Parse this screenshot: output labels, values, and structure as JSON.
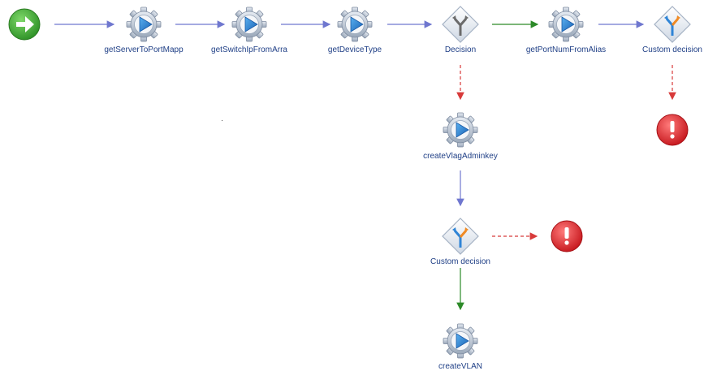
{
  "colors": {
    "flow_arrow": "#6f77cf",
    "success_arrow": "#2c8a28",
    "failure_arrow": "#d83a3a",
    "gear_fill": "#b6c3d3",
    "play_fill": "#2f84d6",
    "start_fill": "#3aa431",
    "error_fill": "#d8262a"
  },
  "icons": {
    "start": "start-arrow-icon",
    "task": "gear-play-icon",
    "decision": "decision-diamond-icon",
    "custom_decision": "custom-decision-icon",
    "error": "error-exclamation-icon"
  },
  "nodes": {
    "getServerToPortMapp": "getServerToPortMapp",
    "getSwitchIpFromArra": "getSwitchIpFromArra",
    "getDeviceType": "getDeviceType",
    "decision": "Decision",
    "getPortNumFromAlias": "getPortNumFromAlias",
    "custom_decision_1": "Custom decision",
    "createVlagAdminkey": "createVlagAdminkey",
    "custom_decision_2": "Custom decision",
    "createVLAN": "createVLAN"
  }
}
